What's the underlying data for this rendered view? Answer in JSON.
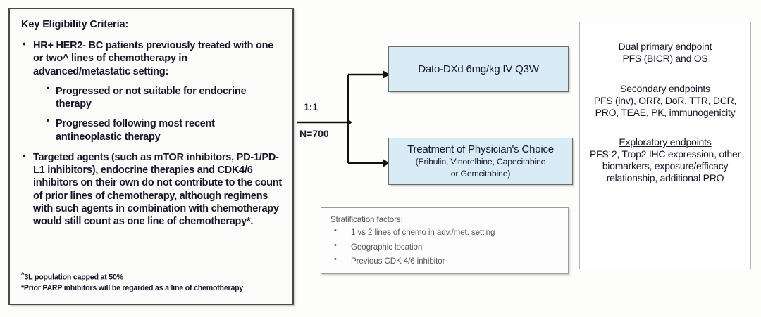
{
  "eligibility": {
    "title": "Key Eligibility Criteria:",
    "bullets": [
      {
        "text": "HR+ HER2- BC patients previously treated with one or two^ lines of chemotherapy in advanced/metastatic setting:",
        "sub": [
          "Progressed or not suitable for endocrine therapy",
          "Progressed following most recent antineoplastic therapy"
        ]
      },
      {
        "text": "Targeted agents (such as mTOR inhibitors, PD-1/PD-L1 inhibitors), endocrine therapies and CDK4/6 inhibitors on their own do not contribute to the count of prior lines of chemotherapy, although regimens with such agents in combination with chemotherapy would still count as one line of chemotherapy*.",
        "sub": []
      }
    ],
    "footnote_caret_marker": "^",
    "footnote_caret": "3L population capped at 50%",
    "footnote_star": "*Prior PARP inhibitors will be regarded as a line of chemotherapy"
  },
  "randomisation": {
    "ratio": "1:1",
    "sample_size": "N=700"
  },
  "arms": {
    "experimental": {
      "label": "Dato-DXd 6mg/kg IV Q3W"
    },
    "comparator": {
      "label": "Treatment of Physician's Choice",
      "sub_line1": "(Eribulin, Vinorelbine, Capecitabine",
      "sub_line2": "or Gemcitabine)"
    }
  },
  "stratification": {
    "title": "Stratification factors:",
    "factors": [
      "1 vs 2 lines of chemo in adv./met. setting",
      "Geographic location",
      "Previous CDK 4/6 inhibitor"
    ]
  },
  "endpoints": {
    "groups": [
      {
        "heading": "Dual primary endpoint",
        "body": "PFS (BICR) and OS"
      },
      {
        "heading": "Secondary endpoints",
        "body": "PFS (inv), ORR, DoR, TTR, DCR, PRO, TEAE, PK, immunogenicity"
      },
      {
        "heading": "Exploratory endpoints",
        "body": "PFS-2, Trop2 IHC expression, other biomarkers, exposure/efficacy relationship, additional PRO"
      }
    ]
  },
  "colors": {
    "arm_fill": "#d9ebf4",
    "eligibility_border": "#4a4a4a",
    "text": "#16162b",
    "muted_text": "#56565e"
  }
}
